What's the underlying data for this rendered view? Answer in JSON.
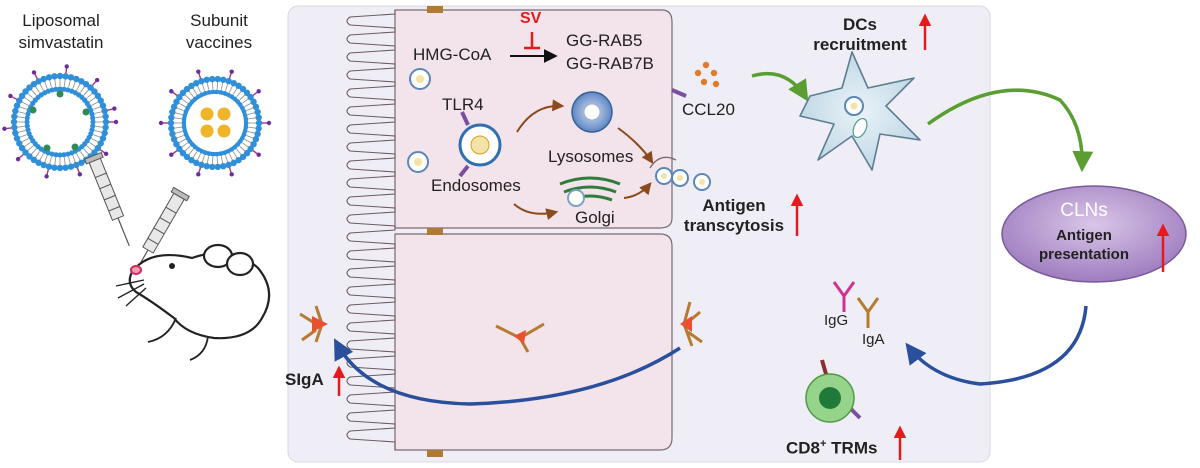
{
  "left": {
    "liposomal_label_line1": "Liposomal",
    "liposomal_label_line2": "simvastatin",
    "subunit_label_line1": "Subunit",
    "subunit_label_line2": "vaccines"
  },
  "pathway": {
    "hmg_coa": "HMG-CoA",
    "sv": "SV",
    "gg_rab5": "GG-RAB5",
    "gg_rab7b": "GG-RAB7B",
    "tlr4": "TLR4",
    "lysosomes": "Lysosomes",
    "endosomes": "Endosomes",
    "golgi": "Golgi",
    "ccl20": "CCL20"
  },
  "outcomes": {
    "antigen_transcytosis_line1": "Antigen",
    "antigen_transcytosis_line2": "transcytosis",
    "dcs_line1": "DCs",
    "dcs_line2": "recruitment",
    "clns": "CLNs",
    "antigen_presentation_line1": "Antigen",
    "antigen_presentation_line2": "presentation",
    "igg": "IgG",
    "iga": "IgA",
    "siga": "SIgA",
    "cd8_trms_prefix": "CD8",
    "cd8_trms_sup": "+",
    "cd8_trms_suffix": " TRMs"
  },
  "colors": {
    "up_arrow": "#e41a1c",
    "sv_inhibit": "#e41a1c",
    "green_arrow": "#5a9e32",
    "blue_arrow": "#2a4f9c",
    "brown_arrow": "#8b4a1c",
    "cln_fill": "#b89bd0",
    "cell_fill": "#f3e3ea",
    "tissue_bg": "#efeef6"
  }
}
